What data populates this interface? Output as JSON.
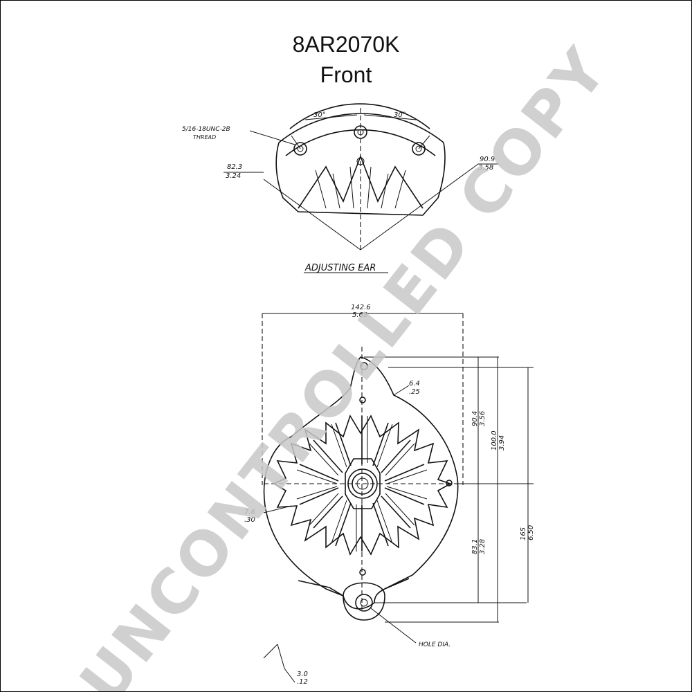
{
  "header": {
    "title": "8AR2070K",
    "subtitle": "Front"
  },
  "watermark": {
    "text": "UNCONTROLLED COPY",
    "color": "#c8c8c8"
  },
  "adjusting_ear": {
    "label": "ADJUSTING EAR",
    "thread_callout_line1": "5/16-18UNC-2B",
    "thread_callout_line2": "THREAD",
    "angle_left": "30°",
    "angle_right": "30°",
    "dim_left_top": "82.3",
    "dim_left_bottom": "3.24",
    "dim_right_top": "90.9",
    "dim_right_bottom": "3.58"
  },
  "front_view": {
    "width_top": "142.6",
    "width_bottom": "5.63",
    "ear_hole_top": "6.4",
    "ear_hole_bottom": ".25",
    "dim_a_top": "90.4",
    "dim_a_bottom": "3.56",
    "dim_b_top": "100.0",
    "dim_b_bottom": "3.94",
    "dim_c_top": "83.1",
    "dim_c_bottom": "3.28",
    "dim_d_top": "165",
    "dim_d_bottom": "6.50",
    "left_callout_top": "7.6",
    "left_callout_bottom": ".30",
    "hole_label": "HOLE DIA.",
    "bottom_dim_top": "3.0",
    "bottom_dim_bottom": ".12"
  }
}
